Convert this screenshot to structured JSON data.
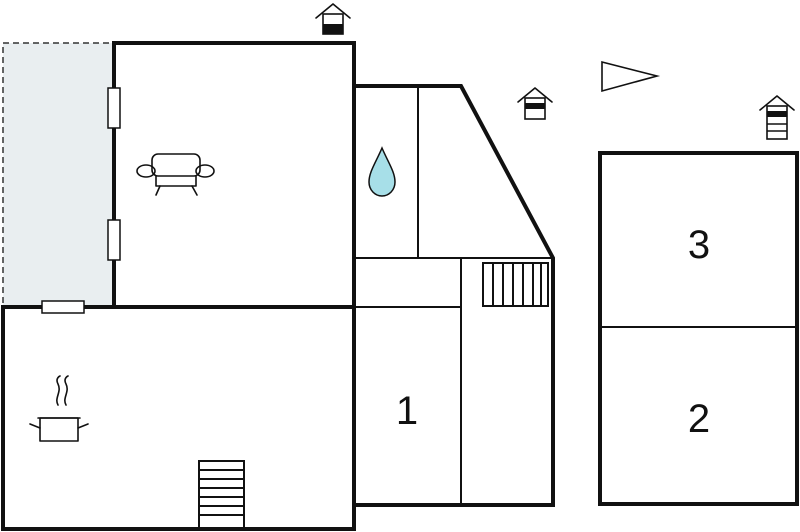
{
  "rooms": [
    {
      "id": "room-1",
      "number": "1"
    },
    {
      "id": "room-2",
      "number": "2"
    },
    {
      "id": "room-3",
      "number": "3"
    }
  ],
  "icons": {
    "level_icons": [
      "floor-level-ground-icon",
      "floor-level-first-icon",
      "floor-level-second-icon"
    ],
    "north_arrow": "north-arrow-icon",
    "sofa": "sofa-icon",
    "cooking_pot": "cooking-pot-icon",
    "water_drop": "water-drop-icon",
    "stairs": "stairs-icon"
  },
  "colors": {
    "wall": "#111111",
    "terrace_fill": "#e9eef0",
    "water_drop": "#a7dfe8"
  }
}
